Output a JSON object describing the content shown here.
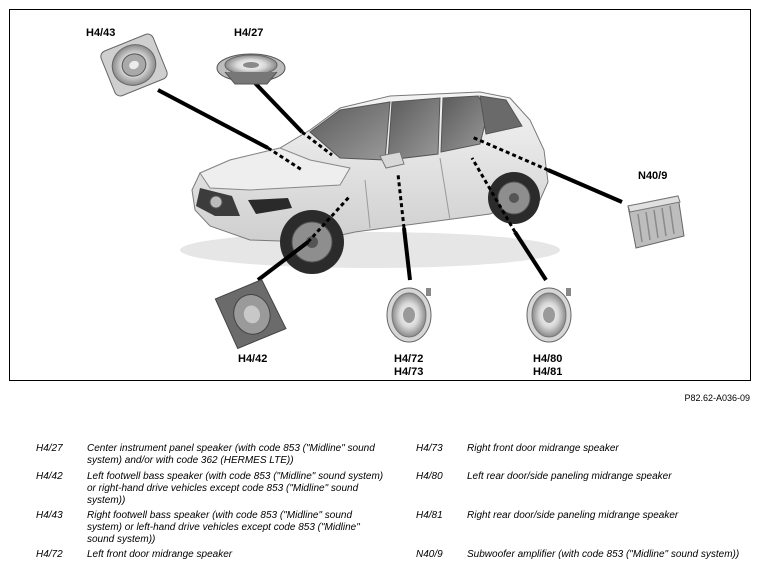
{
  "figure": {
    "callouts": {
      "h4_43": "H4/43",
      "h4_27": "H4/27",
      "n40_9": "N40/9",
      "h4_42": "H4/42",
      "h4_72": "H4/72",
      "h4_73": "H4/73",
      "h4_80": "H4/80",
      "h4_81": "H4/81"
    },
    "reference": "P82.62-A036-09"
  },
  "legend": {
    "left": [
      {
        "code": "H4/27",
        "text": "Center instrument panel speaker (with code 853 (\"Midline\" sound system) and/or with code 362 (HERMES LTE))"
      },
      {
        "code": "H4/42",
        "text": "Left footwell bass speaker (with code 853 (\"Midline\" sound system) or right-hand drive vehicles except code 853 (\"Midline\" sound system))"
      },
      {
        "code": "H4/43",
        "text": "Right footwell bass speaker (with code 853 (\"Midline\" sound system) or left-hand drive vehicles except code 853 (\"Midline\" sound system))"
      },
      {
        "code": "H4/72",
        "text": "Left front door midrange speaker"
      }
    ],
    "right": [
      {
        "code": "H4/73",
        "text": "Right front door midrange speaker"
      },
      {
        "code": "H4/80",
        "text": "Left rear door/side paneling midrange speaker"
      },
      {
        "code": "H4/81",
        "text": "Right rear door/side paneling midrange speaker"
      },
      {
        "code": "N40/9",
        "text": "Subwoofer amplifier (with code 853 (\"Midline\" sound system))"
      }
    ]
  }
}
